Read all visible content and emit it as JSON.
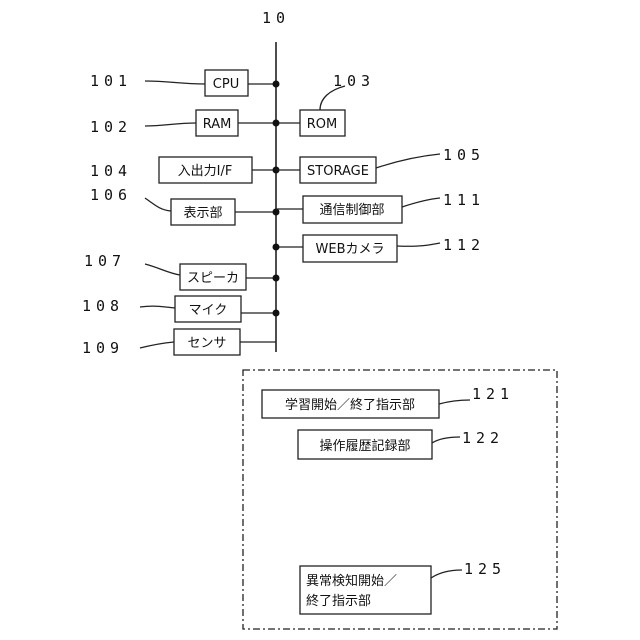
{
  "title": "10",
  "blocks": {
    "cpu": {
      "label": "CPU",
      "ref": "101"
    },
    "ram": {
      "label": "RAM",
      "ref": "102"
    },
    "rom": {
      "label": "ROM",
      "ref": "103"
    },
    "io_if": {
      "label": "入出力I/F",
      "ref": "104"
    },
    "storage": {
      "label": "STORAGE",
      "ref": "105"
    },
    "display": {
      "label": "表示部",
      "ref": "106"
    },
    "comm": {
      "label": "通信制御部",
      "ref": "111"
    },
    "webcam": {
      "label": "WEBカメラ",
      "ref": "112"
    },
    "speaker": {
      "label": "スピーカ",
      "ref": "107"
    },
    "mic": {
      "label": "マイク",
      "ref": "108"
    },
    "sensor": {
      "label": "センサ",
      "ref": "109"
    }
  },
  "modules": {
    "learn": {
      "label": "学習開始／終了指示部",
      "ref": "121"
    },
    "history": {
      "label": "操作履歴記録部",
      "ref": "122"
    },
    "anomaly": {
      "label_line1": "異常検知開始／",
      "label_line2": "終了指示部",
      "ref": "125"
    }
  }
}
